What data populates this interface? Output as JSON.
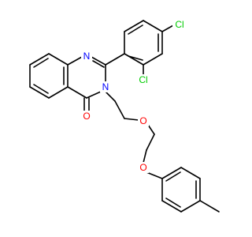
{
  "molecule": {
    "colors": {
      "bond": "#000000",
      "N": "#0000ff",
      "O": "#ff0000",
      "Cl": "#00cc00"
    },
    "atoms": {
      "N1": "N",
      "N3": "N",
      "O4": "O",
      "O_ether1": "O",
      "O_ether2": "O",
      "Cl1": "Cl",
      "Cl2": "Cl"
    }
  }
}
